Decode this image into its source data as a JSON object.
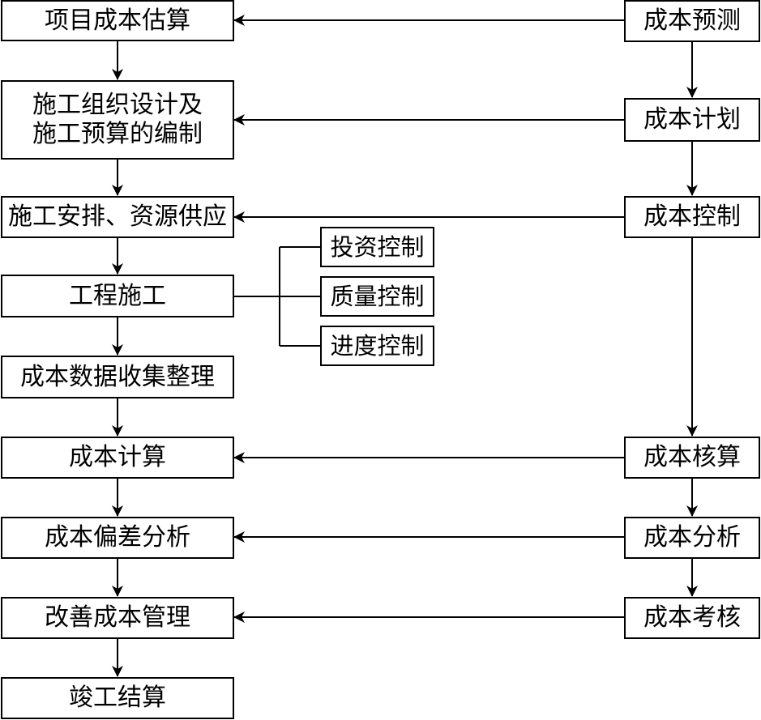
{
  "colors": {
    "line": "#000000",
    "box_border": "#000000",
    "text": "#000000",
    "background": "#ffffff"
  },
  "left_column": {
    "estimate": "项目成本估算",
    "design_line1": "施工组织设计及",
    "design_line2": "施工预算的编制",
    "arrange": "施工安排、资源供应",
    "construction": "工程施工",
    "collect": "成本数据收集整理",
    "calculate": "成本计算",
    "deviation": "成本偏差分析",
    "improve": "改善成本管理",
    "settlement": "竣工结算"
  },
  "middle_column": {
    "investment": "投资控制",
    "quality": "质量控制",
    "schedule": "进度控制"
  },
  "right_column": {
    "forecast": "成本预测",
    "plan": "成本计划",
    "control": "成本控制",
    "accounting": "成本核算",
    "analysis": "成本分析",
    "assessment": "成本考核"
  }
}
